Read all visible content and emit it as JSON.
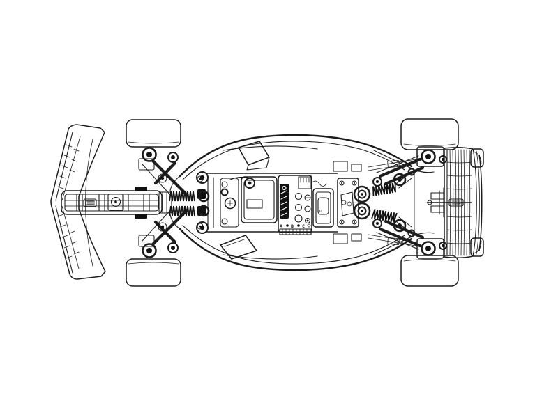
{
  "meta": {
    "description": "Black-and-white CAD style top-view exploded line drawing of a 1/8-scale RC racing buggy chassis, front wing on the left, rear wing on the right",
    "background_color": "#ffffff",
    "line_color": "#1c1c1c",
    "dark_fill_color": "#111111"
  },
  "esc": {
    "port_labels": [
      "A",
      "B",
      "C"
    ],
    "logo": "manufacturer-logo-band"
  },
  "receiver": {
    "label": "AX"
  },
  "parts": [
    "front-wing",
    "front-bumper-brace",
    "front-left-wheel",
    "front-right-wheel",
    "front-suspension",
    "front-shock-springs",
    "steering-assembly",
    "chassis-body",
    "battery-box",
    "esc-unit",
    "receiver-unit",
    "rear-bulkhead",
    "rear-shock-springs",
    "rear-suspension",
    "rear-left-wheel",
    "rear-right-wheel",
    "wing-mount",
    "rear-wing"
  ]
}
